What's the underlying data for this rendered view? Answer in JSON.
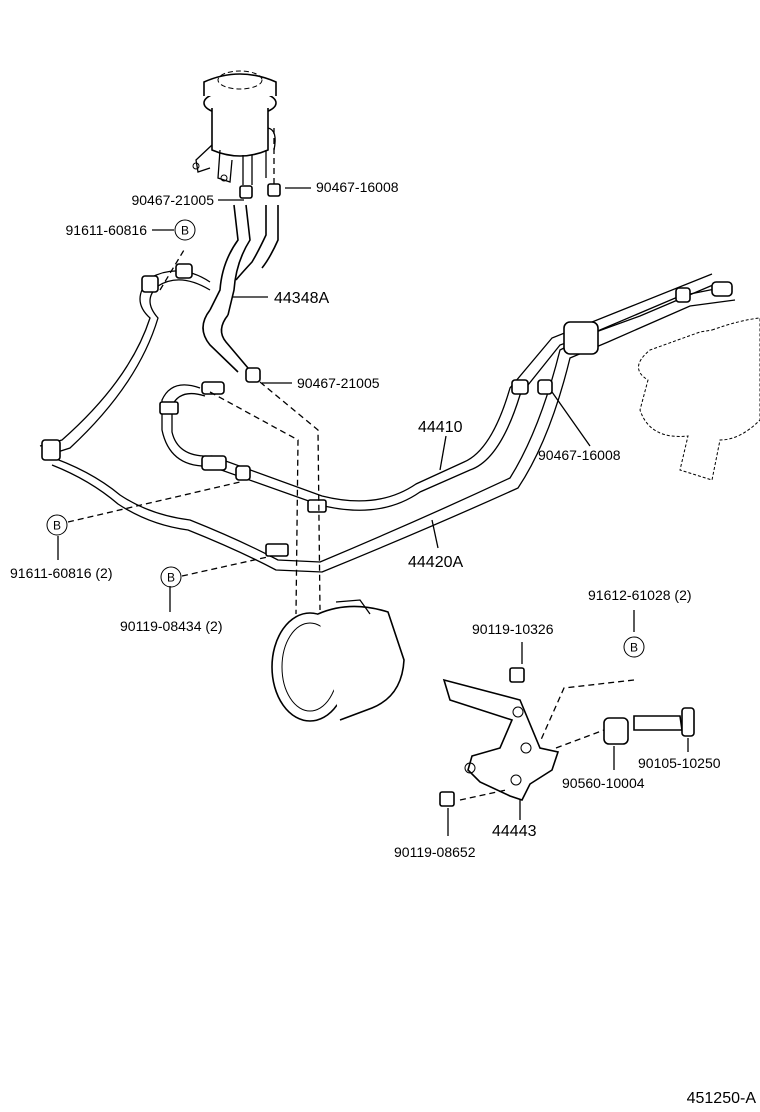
{
  "callouts": [
    {
      "id": "c1",
      "text": "90467-16008"
    },
    {
      "id": "c2",
      "text": "90467-21005"
    },
    {
      "id": "c3",
      "text": "91611-60816"
    },
    {
      "id": "c4",
      "text": "44348A"
    },
    {
      "id": "c5",
      "text": "90467-21005"
    },
    {
      "id": "c6",
      "text": "44410"
    },
    {
      "id": "c7",
      "text": "90467-16008"
    },
    {
      "id": "c8",
      "text": "44420A"
    },
    {
      "id": "c9",
      "text": "91611-60816 (2)"
    },
    {
      "id": "c10",
      "text": "90119-08434 (2)"
    },
    {
      "id": "c11",
      "text": "91612-61028 (2)"
    },
    {
      "id": "c12",
      "text": "90119-10326"
    },
    {
      "id": "c13",
      "text": "90105-10250"
    },
    {
      "id": "c14",
      "text": "90560-10004"
    },
    {
      "id": "c15",
      "text": "44443"
    },
    {
      "id": "c16",
      "text": "90119-08652"
    }
  ],
  "ref_letter": "B",
  "figure_code": "451250-A"
}
